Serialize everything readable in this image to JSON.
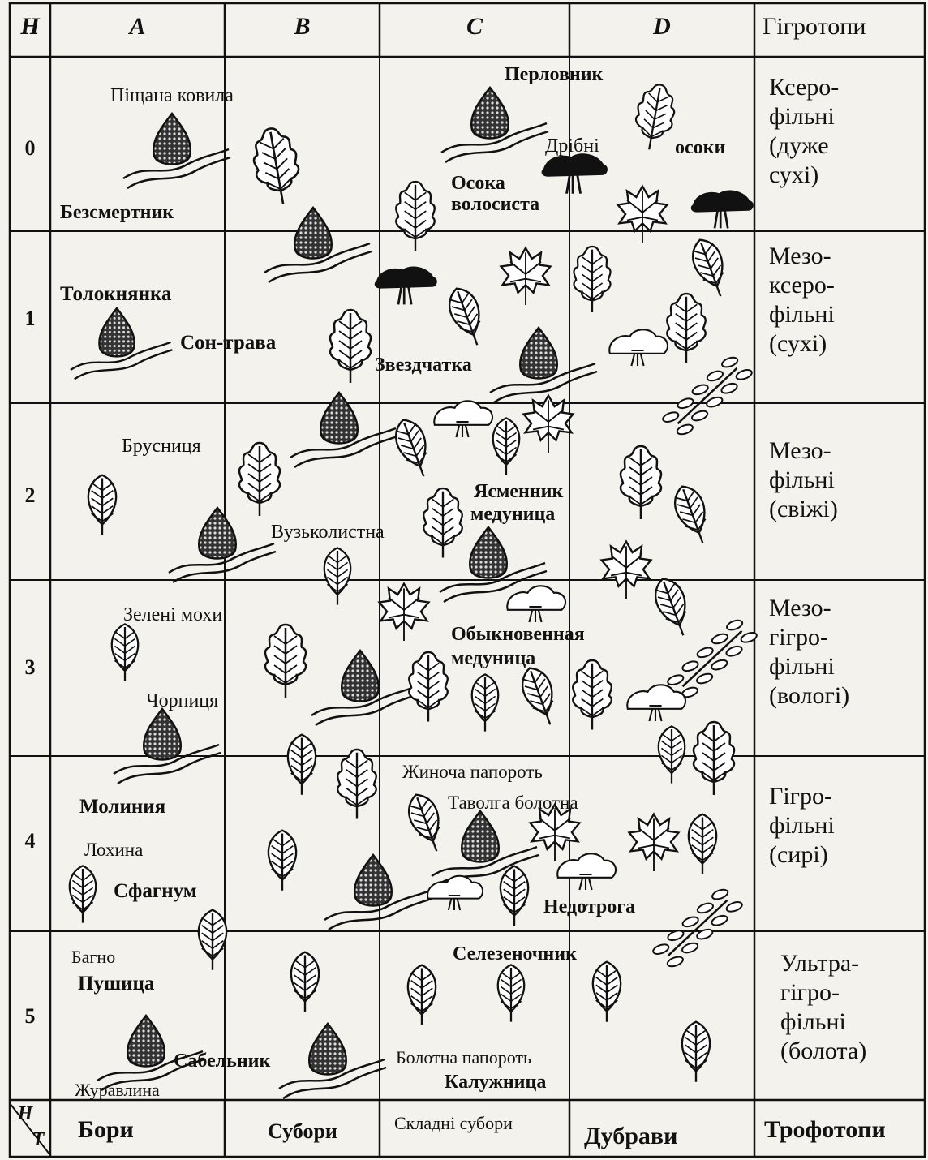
{
  "header": {
    "corner": "H",
    "columns": [
      "A",
      "B",
      "C",
      "D"
    ],
    "moisture_title": "Гігротопи"
  },
  "rows": [
    {
      "level": "0",
      "moisture_lines": "Ксеро-\nфільні\n(дуже\nсухі)"
    },
    {
      "level": "1",
      "moisture_lines": "Мезо-\nксеро-\nфільні\n(сухі)"
    },
    {
      "level": "2",
      "moisture_lines": "Мезо-\nфільні\n(свіжі)"
    },
    {
      "level": "3",
      "moisture_lines": "Мезо-\nгігро-\nфільні\n(вологі)"
    },
    {
      "level": "4",
      "moisture_lines": "Гігро-\nфільні\n(сирі)"
    },
    {
      "level": "5",
      "moisture_lines": "Ультра-\nгігро-\nфільні\n(болота)"
    }
  ],
  "footer": {
    "corner_top": "H",
    "corner_bottom": "T",
    "trophotopes": [
      "Бори",
      "Субори",
      "Складні субори",
      "Дубрави"
    ],
    "trophotope_title": "Трофотопи"
  },
  "plants": {
    "pishchana_kovyla": "Піщана ковила",
    "bezsmertnyk": "Безсмертник",
    "perlovnyk": "Перловник",
    "dribni": "Дрібні",
    "osoky": "осоки",
    "osoka_volosysta_1": "Осока",
    "osoka_volosysta_2": "волосиста",
    "toloknyanka": "Толокнянка",
    "son_trava": "Сон-трава",
    "zvezdchatka": "Звездчатка",
    "brusnytsya": "Брусниця",
    "vuzkolystna": "Вузьколистна",
    "yasmennyk": "Ясменник",
    "medunytsya": "медуница",
    "zeleni_mokhy": "Зелені мохи",
    "obyknovennaya": "Обыкновенная",
    "medunytsya_2": "медуница",
    "chornytsya": "Чорниця",
    "zhinocha_paporot": "Жиноча папороть",
    "tavolga": "Таволга болотна",
    "moliniya": "Молиния",
    "lokhyna": "Лохина",
    "sfagnum": "Сфагнум",
    "nedotroga": "Недотрога",
    "bagno": "Багно",
    "pushytsya": "Пушица",
    "selezenochnyk": "Селезеночник",
    "sabelnyk": "Сабельник",
    "bolotna_paporot": "Болотна папороть",
    "kaluzhnytsya": "Калужница",
    "zhuravlyna": "Журавлина"
  }
}
